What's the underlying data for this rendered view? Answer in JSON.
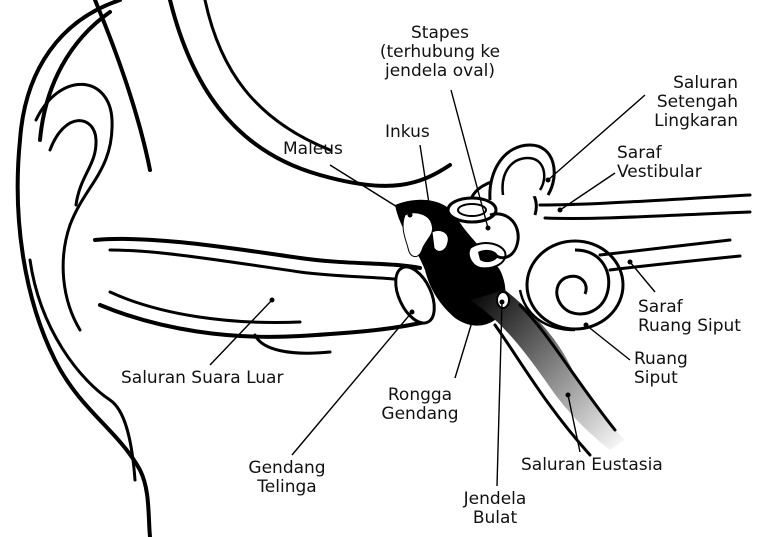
{
  "labels": {
    "stapes": [
      "Stapes",
      "(terhubung ke",
      "jendela oval)"
    ],
    "saluran_setengah_lingkaran": [
      "Saluran",
      "Setengah",
      "Lingkaran"
    ],
    "maleus": [
      "Maleus"
    ],
    "inkus": [
      "Inkus"
    ],
    "saraf_vestibular": [
      "Saraf",
      "Vestibular"
    ],
    "saraf_ruang_siput": [
      "Saraf",
      "Ruang Siput"
    ],
    "ruang_siput": [
      "Ruang",
      "Siput"
    ],
    "saluran_suara_luar": [
      "Saluran Suara Luar"
    ],
    "rongga_gendang": [
      "Rongga",
      "Gendang"
    ],
    "saluran_eustasia": [
      "Saluran Eustasia"
    ],
    "gendang_telinga": [
      "Gendang",
      "Telinga"
    ],
    "jendela_bulat": [
      "Jendela",
      "Bulat"
    ]
  }
}
